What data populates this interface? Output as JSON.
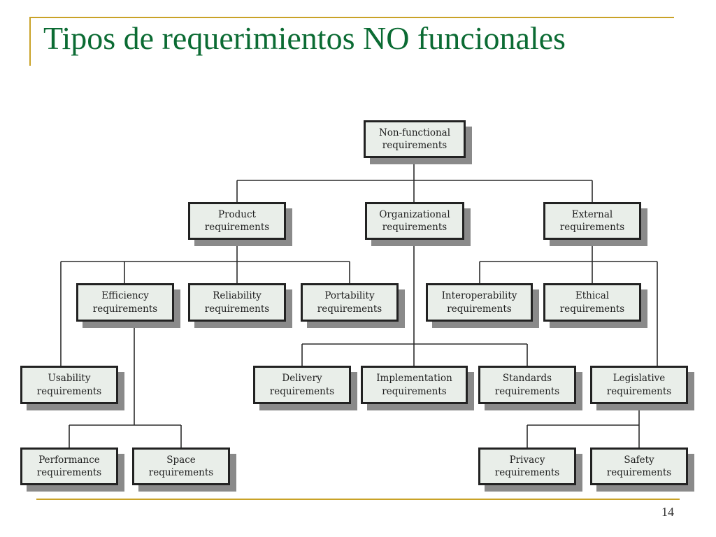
{
  "slide": {
    "title": "Tipos de requerimientos NO funcionales",
    "page_number": "14"
  },
  "diagram": {
    "root": "Non-functional requirements",
    "level1": {
      "product": "Product requirements",
      "organizational": "Organizational requirements",
      "external": "External requirements"
    },
    "product_children": {
      "efficiency": "Efficiency requirements",
      "reliability": "Reliability requirements",
      "portability": "Portability requirements",
      "usability": "Usability requirements"
    },
    "efficiency_children": {
      "performance": "Performance requirements",
      "space": "Space requirements"
    },
    "organizational_children": {
      "delivery": "Delivery requirements",
      "implementation": "Implementation requirements",
      "standards": "Standards requirements"
    },
    "external_children": {
      "interoperability": "Interoperability requirements",
      "ethical": "Ethical requirements",
      "legislative": "Legislative requirements"
    },
    "legislative_children": {
      "privacy": "Privacy requirements",
      "safety": "Safety requirements"
    }
  }
}
